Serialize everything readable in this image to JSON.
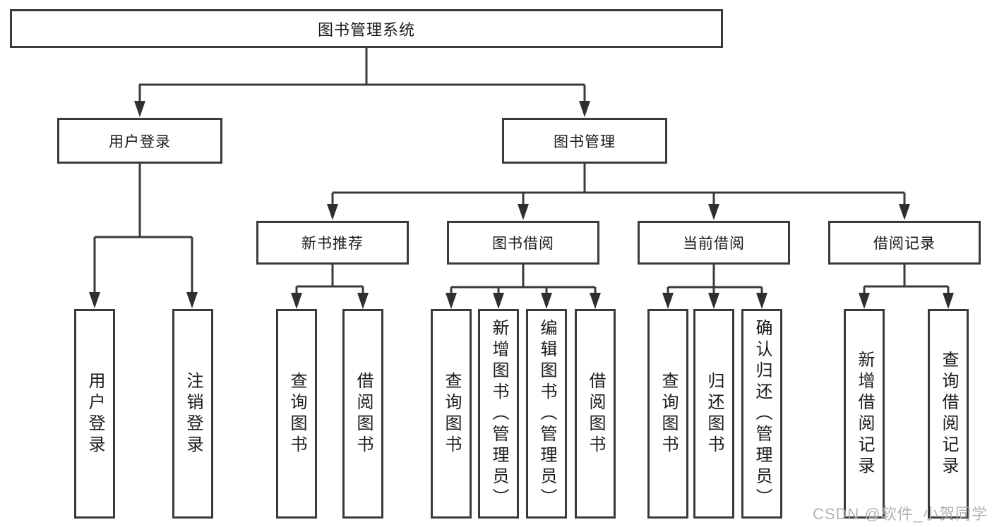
{
  "watermark": "CSDN @软件_小贺同学",
  "colors": {
    "line": "#3a3a3a",
    "box_border": "#3a3a3a",
    "text": "#1a1a1a",
    "watermark": "#aeaeae",
    "background": "#ffffff"
  },
  "tree": {
    "label": "图书管理系统",
    "children": [
      {
        "label": "用户登录",
        "children": [
          {
            "label": "用户登录"
          },
          {
            "label": "注销登录"
          }
        ]
      },
      {
        "label": "图书管理",
        "children": [
          {
            "label": "新书推荐",
            "children": [
              {
                "label": "查询图书"
              },
              {
                "label": "借阅图书"
              }
            ]
          },
          {
            "label": "图书借阅",
            "children": [
              {
                "label": "查询图书"
              },
              {
                "label": "新增图书（管理员）"
              },
              {
                "label": "编辑图书（管理员）"
              },
              {
                "label": "借阅图书"
              }
            ]
          },
          {
            "label": "当前借阅",
            "children": [
              {
                "label": "查询图书"
              },
              {
                "label": "归还图书"
              },
              {
                "label": "确认归还（管理员）"
              }
            ]
          },
          {
            "label": "借阅记录",
            "children": [
              {
                "label": "新增借阅记录"
              },
              {
                "label": "查询借阅记录"
              }
            ]
          }
        ]
      }
    ]
  }
}
